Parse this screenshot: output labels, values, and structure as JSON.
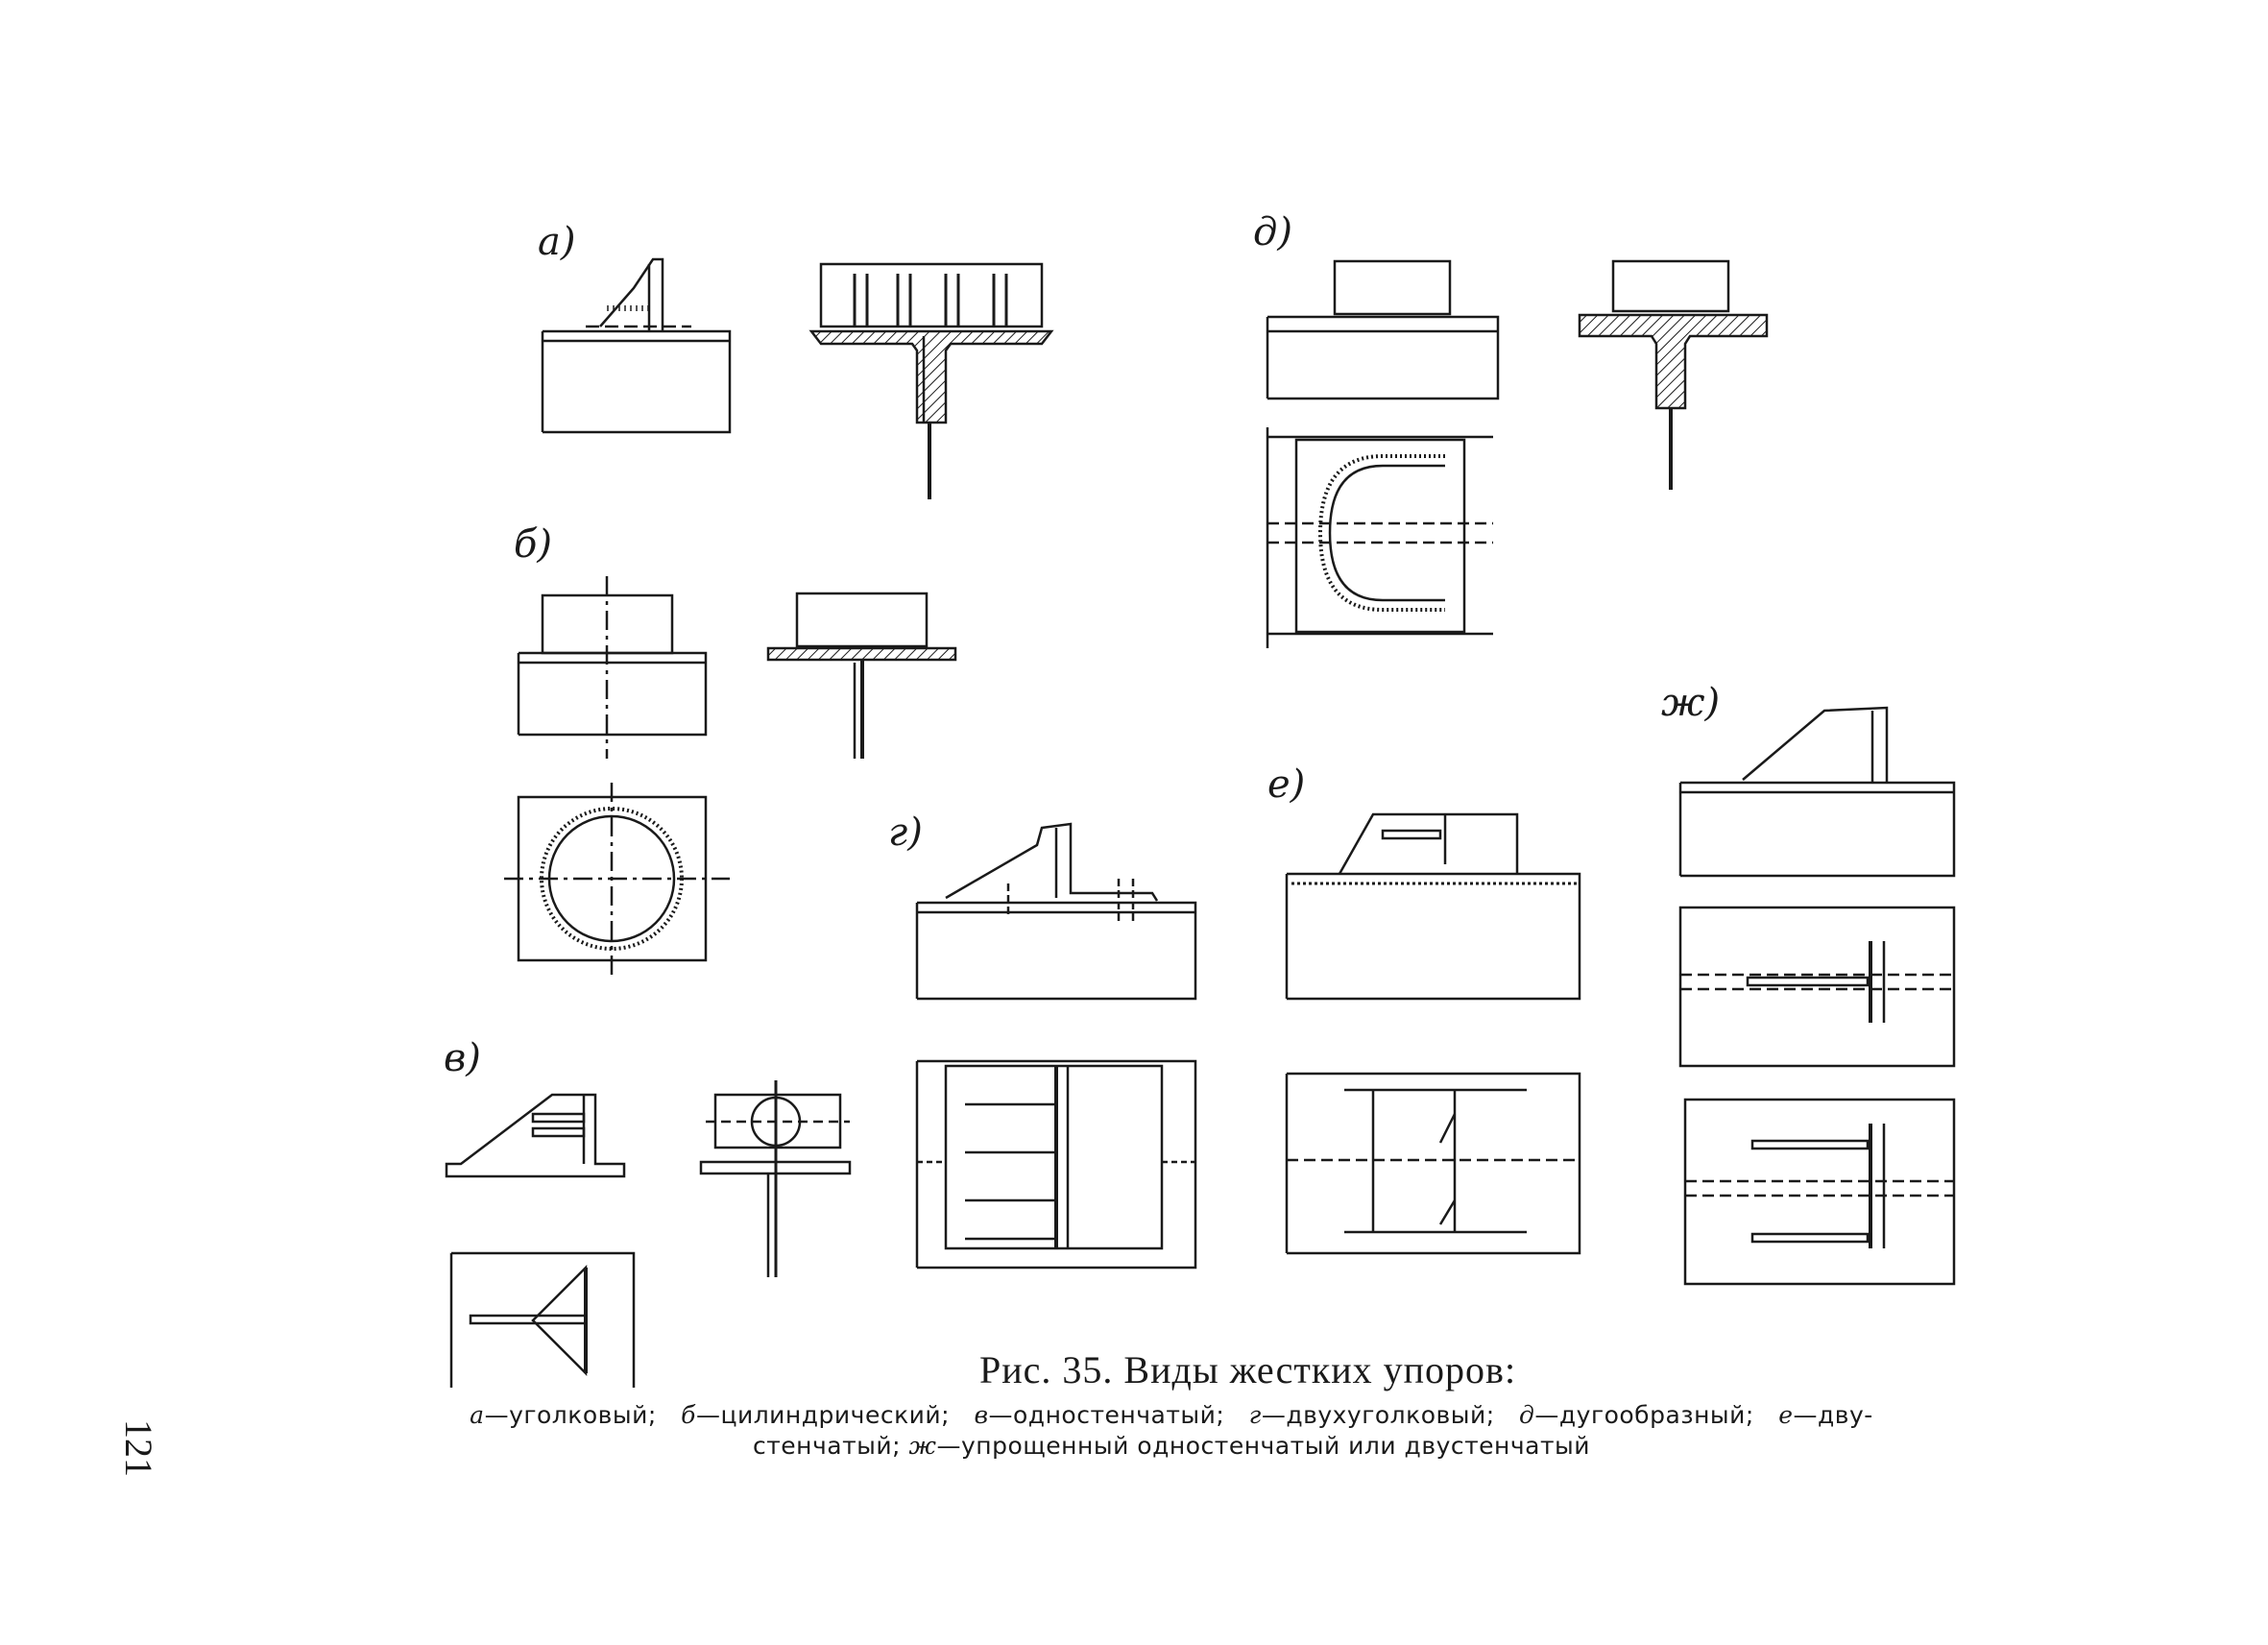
{
  "figure": {
    "panel_labels": {
      "a": "а)",
      "b": "б)",
      "v": "в)",
      "g": "г)",
      "d": "д)",
      "e": "е)",
      "zh": "ж)"
    }
  },
  "caption": {
    "title": "Рис. 35. Виды жестких упоров:",
    "items": [
      {
        "letter": "а",
        "text": "—уголковый;"
      },
      {
        "letter": "б",
        "text": "—цилиндрический;"
      },
      {
        "letter": "в",
        "text": "—одностенчатый;"
      },
      {
        "letter": "г",
        "text": "—двухуголковый;"
      },
      {
        "letter": "д",
        "text": "—дугообразный;"
      },
      {
        "letter": "е",
        "text": "—дву-"
      },
      {
        "letter": "",
        "text": "стенчатый;"
      },
      {
        "letter": "ж",
        "text": "—упрощенный одностенчатый или двустенчатый"
      }
    ]
  },
  "page_number": "121"
}
